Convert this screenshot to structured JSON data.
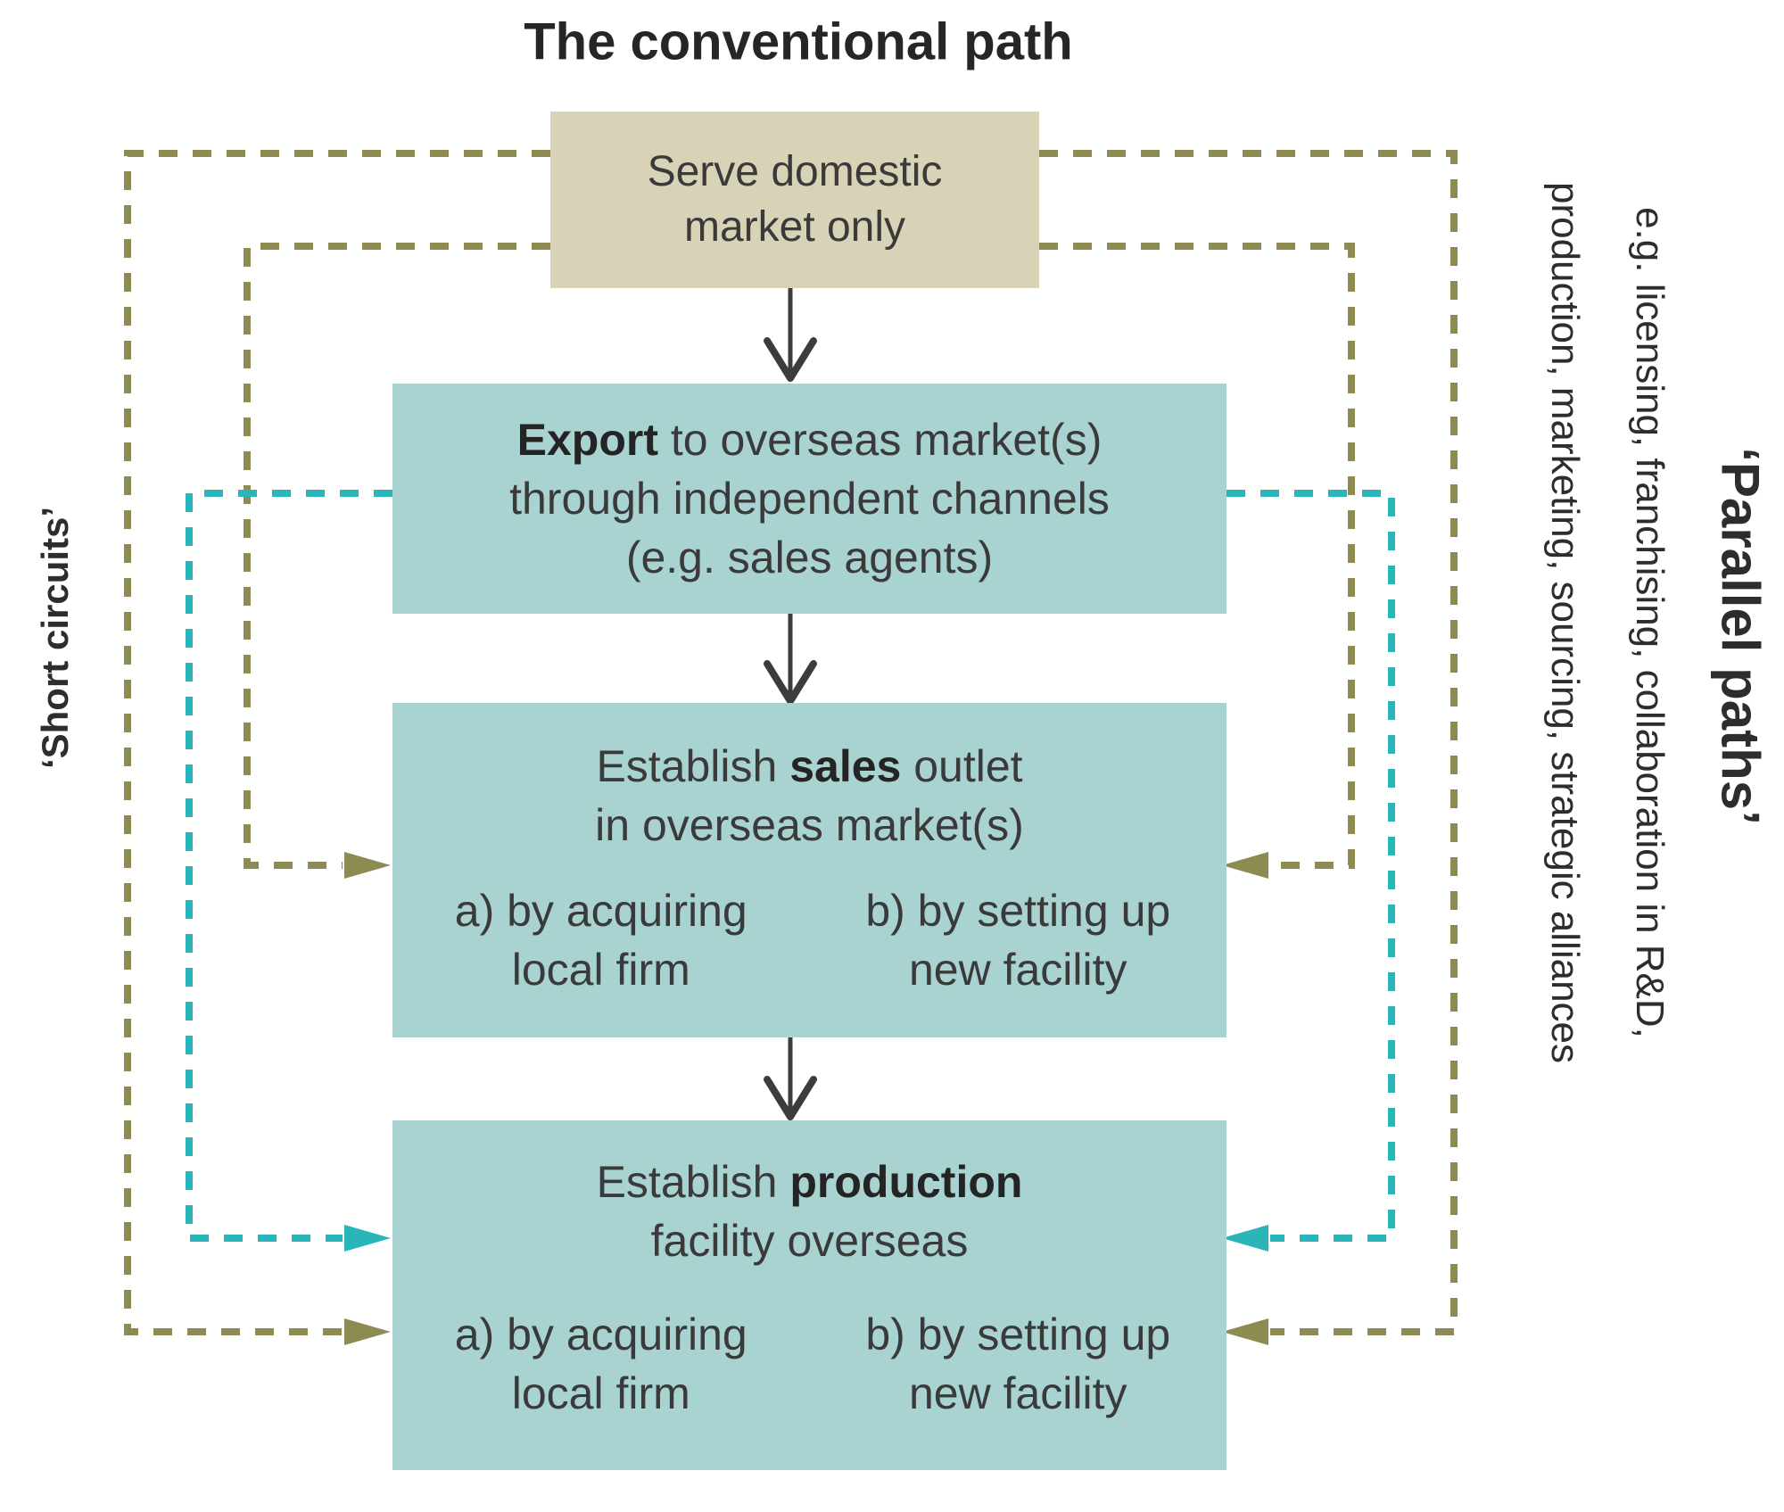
{
  "title": "The conventional path",
  "colors": {
    "box_teal": "#a8d3d1",
    "box_beige": "#d8d2b6",
    "dash_olive": "#8d8b52",
    "dash_teal": "#2ab5b8",
    "text_dark": "#3a3a3a",
    "arrow": "#3c3c3c",
    "title_color": "#262626"
  },
  "side_labels": {
    "short_circuits": "‘Short circuits’",
    "parallel_paths": "‘Parallel paths’",
    "parallel_examples_line1": "e.g. licensing, franchising, collaboration in R&D,",
    "parallel_examples_line2": "production, marketing, sourcing, strategic alliances"
  },
  "boxes": {
    "serve": {
      "line1": "Serve domestic",
      "line2": "market only"
    },
    "export": {
      "line1_bold": "Export",
      "line1_rest": " to overseas market(s)",
      "line2": "through independent channels",
      "line3": "(e.g. sales agents)"
    },
    "sales": {
      "heading_pre": "Establish ",
      "heading_bold": "sales",
      "heading_post": " outlet",
      "heading_line2": "in overseas market(s)",
      "option_a_line1": "a) by acquiring",
      "option_a_line2": "local firm",
      "option_b_line1": "b) by setting up",
      "option_b_line2": "new facility"
    },
    "production": {
      "heading_pre": "Establish ",
      "heading_bold": "production",
      "heading_post": "",
      "heading_line2": "facility overseas",
      "option_a_line1": "a) by acquiring",
      "option_a_line2": "local firm",
      "option_b_line1": "b) by setting up",
      "option_b_line2": "new facility"
    }
  }
}
